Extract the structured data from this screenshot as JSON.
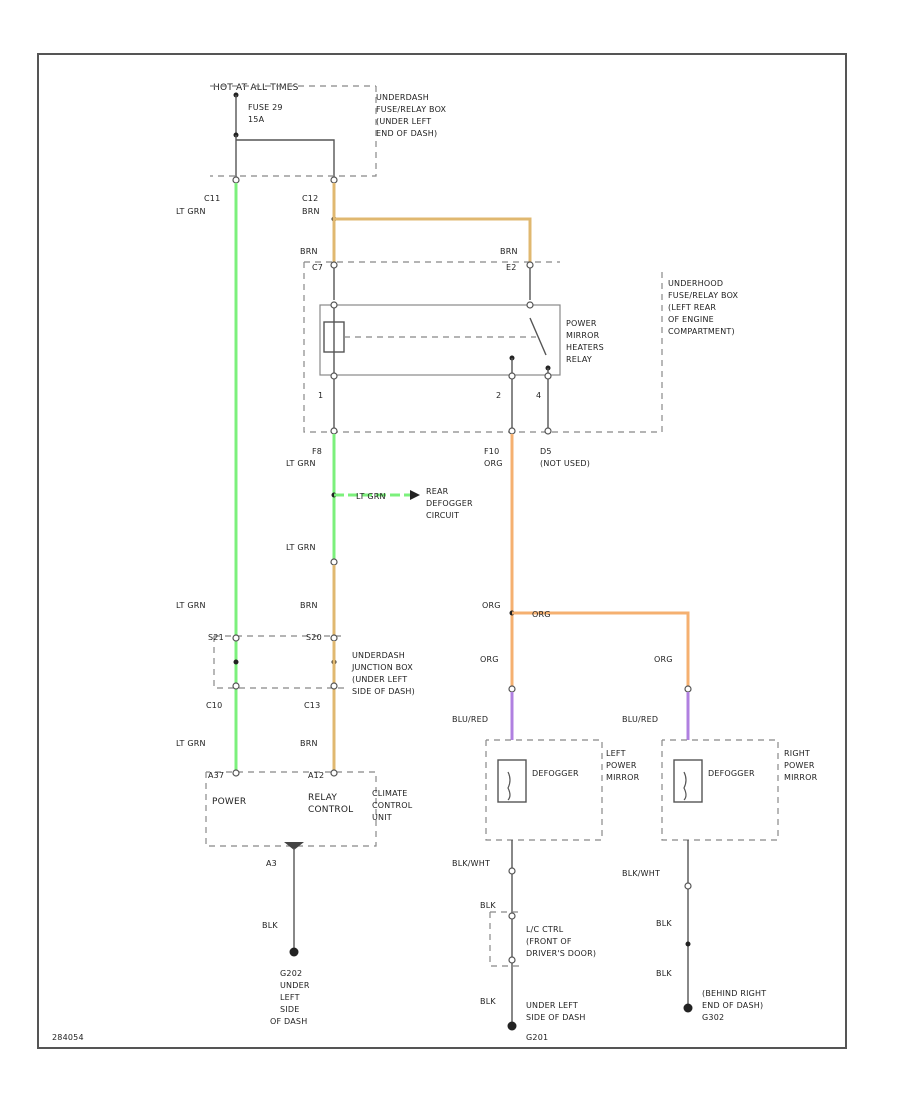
{
  "colors": {
    "lt_grn": "#7CF07C",
    "brn": "#E0B870",
    "org": "#F5B070",
    "blu_red": "#B080E0",
    "blk": "#444444",
    "box": "#888888"
  },
  "labels": {
    "hot_in": "HOT AT ALL TIMES",
    "fuse": "FUSE 29",
    "fuse_rating": "15A",
    "underdash_box": [
      "UNDERDASH",
      "FUSE/RELAY BOX",
      "(UNDER LEFT",
      "END OF DASH)"
    ],
    "c11": "C11",
    "c11_color": "LT GRN",
    "c12": "C12",
    "c12_color": "BRN",
    "brn_left": "BRN",
    "brn_right": "BRN",
    "pin_c7": "C7",
    "pin_e2": "E2",
    "relay_name": [
      "POWER",
      "MIRROR",
      "HEATERS",
      "RELAY"
    ],
    "underhood_box": [
      "UNDERHOOD",
      "FUSE/RELAY BOX",
      "(LEFT REAR",
      "OF ENGINE",
      "COMPARTMENT)"
    ],
    "pin_1": "1",
    "pin_2": "2",
    "pin_4": "4",
    "f8": "F8",
    "f8_color": "LT GRN",
    "f10": "F10",
    "f10_color": "ORG",
    "d5": "D5",
    "not_used": "(NOT USED)",
    "lt_grn_inline": "LT GRN",
    "rear_defogger": [
      "REAR",
      "DEFOGGER",
      "CIRCUIT"
    ],
    "lt_grn_mid": "LT GRN",
    "brn_mid": "BRN",
    "lt_grn_left": "LT GRN",
    "org_mid": "ORG",
    "org_inline": "ORG",
    "s21": "S21",
    "s20": "S20",
    "underdash_jbox": [
      "UNDERDASH",
      "JUNCTION BOX",
      "(UNDER LEFT",
      "SIDE OF DASH)"
    ],
    "org_left": "ORG",
    "org_right": "ORG",
    "c10": "C10",
    "c13": "C13",
    "blu_red_left": "BLU/RED",
    "blu_red_right": "BLU/RED",
    "lt_grn_low": "LT GRN",
    "brn_low": "BRN",
    "a37": "A37",
    "a12": "A12",
    "power": "POWER",
    "relay_control": [
      "RELAY",
      "CONTROL"
    ],
    "climate": [
      "CLIMATE",
      "CONTROL",
      "UNIT"
    ],
    "defogger_l": "DEFOGGER",
    "defogger_r": "DEFOGGER",
    "left_mirror": [
      "LEFT",
      "POWER",
      "MIRROR"
    ],
    "right_mirror": [
      "RIGHT",
      "POWER",
      "MIRROR"
    ],
    "a3": "A3",
    "blk_1": "BLK",
    "g202": "G202",
    "g202_loc": [
      "UNDER",
      "LEFT",
      "SIDE",
      "OF DASH"
    ],
    "blk_wht_l": "BLK/WHT",
    "blk_wht_r": "BLK/WHT",
    "blk_2": "BLK",
    "lr_ctrl": [
      "L/C CTRL",
      "(FRONT OF",
      "DRIVER'S DOOR)"
    ],
    "blk_3": "BLK",
    "g201_loc": [
      "UNDER LEFT",
      "SIDE OF DASH"
    ],
    "g201": "G201",
    "blk_4": "BLK",
    "blk_5": "BLK",
    "behind_right": [
      "(BEHIND RIGHT",
      "END OF DASH)",
      "G302"
    ],
    "code": "284054"
  }
}
